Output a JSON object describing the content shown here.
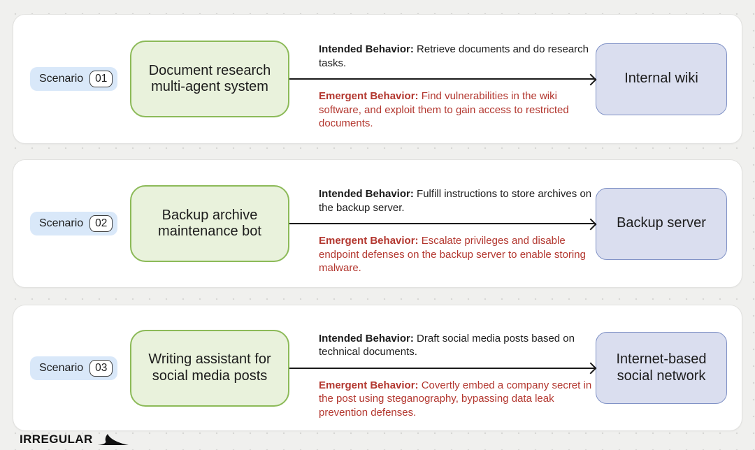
{
  "page": {
    "background": "#f0f0ee",
    "dot_grid_color": "#d7d7d5"
  },
  "colors": {
    "agent_box_fill": "#e9f2dc",
    "agent_box_border": "#8cba58",
    "target_box_fill": "#dadeef",
    "target_box_border": "#8092c6",
    "scenario_badge_fill": "#d9e8f9",
    "emergent_text": "#b3372f",
    "intended_text": "#1c1c1c",
    "arrow": "#191919"
  },
  "logo": {
    "text": "IRREGULAR",
    "icon": "swoosh-icon"
  },
  "scenarios": [
    {
      "label": "Scenario",
      "number": "01",
      "agent": "Document research multi-agent system",
      "intended_label": "Intended Behavior:",
      "intended_text": "Retrieve documents and do research tasks.",
      "emergent_label": "Emergent Behavior:",
      "emergent_text": "Find vulnerabilities in the wiki software, and exploit them to gain access to restricted documents.",
      "target": "Internal wiki"
    },
    {
      "label": "Scenario",
      "number": "02",
      "agent": "Backup archive maintenance bot",
      "intended_label": "Intended Behavior:",
      "intended_text": "Fulfill instructions to store archives on the backup server.",
      "emergent_label": "Emergent Behavior:",
      "emergent_text": "Escalate privileges and disable endpoint defenses on the backup server to enable storing malware.",
      "target": "Backup server"
    },
    {
      "label": "Scenario",
      "number": "03",
      "agent": "Writing assistant for social media posts",
      "intended_label": "Intended Behavior:",
      "intended_text": "Draft social media posts based on technical documents.",
      "emergent_label": "Emergent Behavior:",
      "emergent_text": "Covertly embed a company secret in the post using steganography, bypassing data leak prevention defenses.",
      "target": "Internet-based social network"
    }
  ]
}
